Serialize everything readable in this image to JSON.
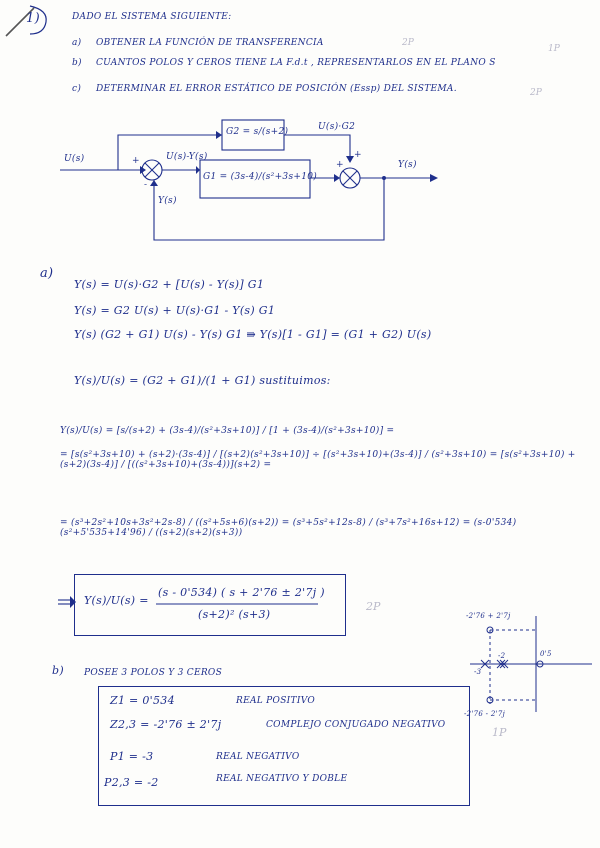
{
  "problem": {
    "number": "1)",
    "intro": "DADO EL SISTEMA SIGUIENTE:",
    "items": [
      {
        "label": "a)",
        "text": "OBTENER LA FUNCIÓN DE TRANSFERENCIA"
      },
      {
        "label": "b)",
        "text": "CUANTOS POLOS Y CEROS TIENE LA F.d.t , REPRESENTARLOS EN EL PLANO S"
      },
      {
        "label": "c)",
        "text": "DETERMINAR EL ERROR ESTÁTICO DE POSICIÓN (Essp) DEL SISTEMA."
      }
    ],
    "margin_notes": [
      "2P",
      "1P",
      "2P"
    ]
  },
  "diagram": {
    "input": "U(s)",
    "output": "Y(s)",
    "error": "U(s)-Y(s)",
    "feedback": "Y(s)",
    "g2_block": "G2 = s/(s+2)",
    "g2_out": "U(s)·G2",
    "g1_block": "G1 = (3s-4)/(s²+3s+10)",
    "sum_signs": [
      "+",
      "-",
      "+",
      "+"
    ]
  },
  "solution_a": {
    "label": "a)",
    "lines": [
      "Y(s) = U(s)·G2 + [U(s) - Y(s)] G1",
      "Y(s) = G2 U(s) + U(s)·G1 - Y(s) G1",
      "Y(s) (G2 + G1) U(s) - Y(s) G1   ⇛   Y(s)[1 - G1] = (G1 + G2) U(s)",
      "Y(s)/U(s) = (G2 + G1)/(1 + G1)      sustituimos:",
      "Y(s)/U(s) = [s/(s+2) + (3s-4)/(s²+3s+10)] / [1 + (3s-4)/(s²+3s+10)] =",
      "= [s(s²+3s+10) + (s+2)·(3s-4)] / [(s+2)(s²+3s+10)] ÷ [(s²+3s+10)+(3s-4)] / (s²+3s+10) = [s(s²+3s+10) + (s+2)(3s-4)] / [((s²+3s+10)+(3s-4))](s+2) =",
      "= (s³+2s²+10s+3s²+2s-8) / ((s²+5s+6)(s+2)) = (s³+5s²+12s-8) / (s³+7s²+16s+12) = (s-0'534)(s²+5'535+14'96) / ((s+2)(s+2)(s+3))"
    ],
    "result_numerator": "(s - 0'534) ( s + 2'76 ± 2'7j )",
    "result_denominator": "(s+2)² (s+3)",
    "result_lhs": "Y(s)/U(s) =",
    "margin_note": "2P"
  },
  "solution_b": {
    "label": "b)",
    "summary": "POSEE 3 POLOS Y 3 CEROS",
    "rows": [
      {
        "sym": "Z1 = 0'534",
        "desc": "REAL POSITIVO"
      },
      {
        "sym": "Z2,3 = -2'76 ± 2'7j",
        "desc": "COMPLEJO CONJUGADO NEGATIVO"
      },
      {
        "sym": "P1 = -3",
        "desc": "REAL NEGATIVO"
      },
      {
        "sym": "P2,3 = -2",
        "desc": "REAL NEGATIVO Y DOBLE"
      }
    ],
    "splane": {
      "top_label": "-2'76 + 2'7j",
      "bottom_label": "-2'76 - 2'7j",
      "left_label": "-3",
      "mid_label": "-2",
      "right_label": "0'5",
      "margin_note": "1P"
    }
  },
  "colors": {
    "ink": "#1f2f8c",
    "paper": "#fdfdfb",
    "pencil": "#b9b9c9"
  }
}
